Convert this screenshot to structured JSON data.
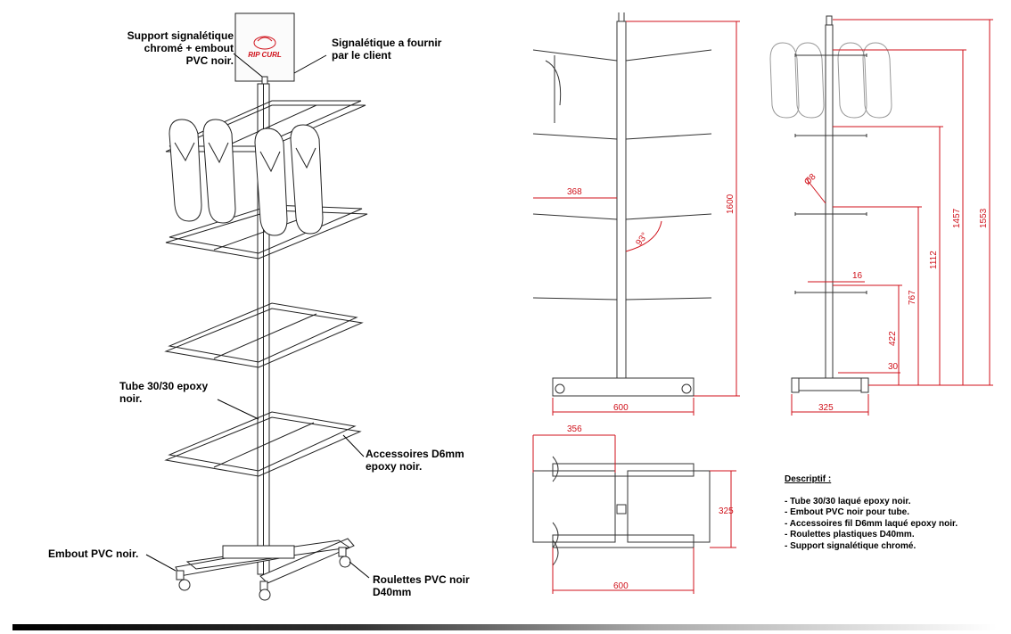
{
  "sign": {
    "brand_text": "RIP CURL"
  },
  "annotations": {
    "support": [
      "Support signalétique",
      "chromé + embout",
      "PVC noir."
    ],
    "signage": [
      "Signalétique a fournir",
      "par le client"
    ],
    "tube": [
      "Tube 30/30 epoxy",
      "noir."
    ],
    "accessories": [
      "Accessoires D6mm",
      "epoxy noir."
    ],
    "embout": [
      "Embout PVC noir."
    ],
    "roulettes": [
      "Roulettes PVC noir",
      "D40mm"
    ]
  },
  "dimensions": {
    "front_height": "1600",
    "arm_length": "368",
    "angle": "93°",
    "front_width": "600",
    "top_depth": "356",
    "top_width": "325",
    "top_length": "600",
    "side_width": "325",
    "side_30": "30",
    "side_16": "16",
    "side_d8": "Ø8",
    "level_422": "422",
    "level_767": "767",
    "level_1112": "1112",
    "level_1457": "1457",
    "level_1553": "1553"
  },
  "descriptif": {
    "title": "Descriptif :",
    "items": [
      "- Tube 30/30 laqué epoxy noir.",
      "- Embout PVC noir pour tube.",
      "- Accessoires fil D6mm laqué epoxy noir.",
      "- Roulettes plastiques D40mm.",
      "- Support signalétique chromé."
    ]
  }
}
